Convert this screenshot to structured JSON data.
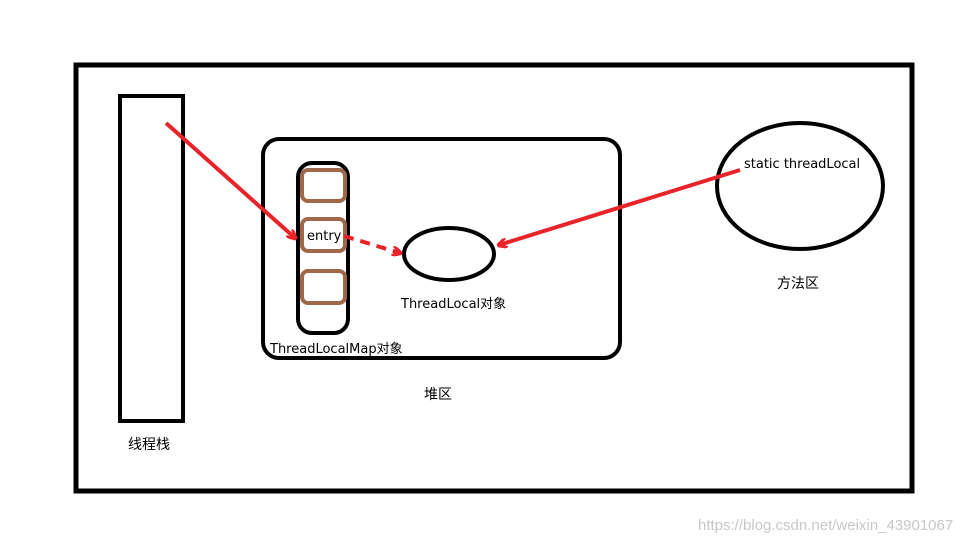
{
  "labels": {
    "thread_stack": "线程栈",
    "heap": "堆区",
    "method_area": "方法区",
    "thread_local_map": "ThreadLocalMap对象",
    "entry": "entry",
    "thread_local_object": "ThreadLocal对象",
    "static_thread_local": "static threadLocal"
  },
  "watermark": "https://blog.csdn.net/weixin_43901067",
  "colors": {
    "outline": "#000000",
    "entry_slot": "#a0684a",
    "arrow": "#e8242a",
    "watermark": "#c8c8c8"
  }
}
